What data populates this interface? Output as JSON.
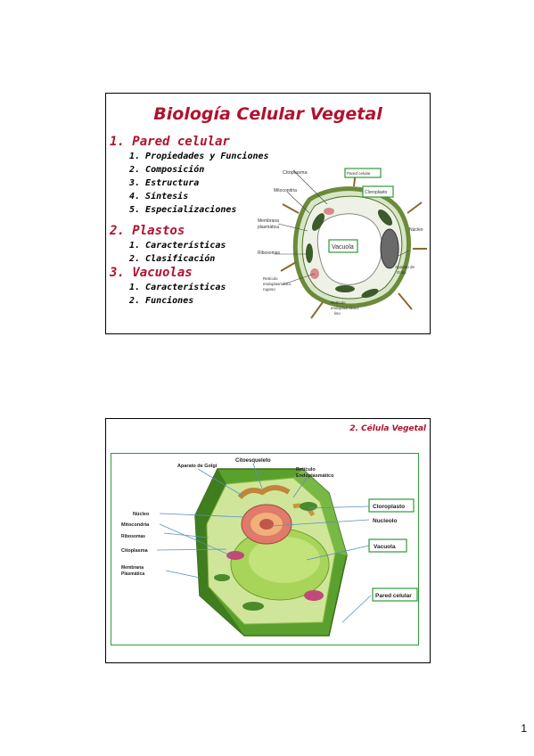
{
  "slide1": {
    "title": "Biología Celular Vegetal",
    "sections": [
      {
        "heading": "1. Pared celular",
        "items": [
          "1. Propiedades y Funciones",
          "2. Composición",
          "3. Estructura",
          "4. Síntesis",
          "5. Especializaciones"
        ]
      },
      {
        "heading": "2. Plastos",
        "items": [
          "1. Características",
          "2. Clasificación"
        ]
      },
      {
        "heading": "3. Vacuolas",
        "items": [
          "1. Características",
          "2. Funciones"
        ]
      }
    ],
    "diagram_labels": {
      "citoplasma": "Citoplasma",
      "mitocondria": "Mitocondria",
      "membrana": "Membrana",
      "plasmatica": "plasmática",
      "ribosomas": "Ribosomas",
      "reticulo_liso_1": "Retículo",
      "reticulo_liso_2": "endoplasmático",
      "reticulo_liso_3": "rugoso",
      "pared_celular": "Pared celular",
      "cloroplasto": "Cloroplasto",
      "nucleo": "Núcleo",
      "vacuola": "Vacuola",
      "golgi_1": "Aparato de",
      "golgi_2": "Golgi",
      "ret_bottom_1": "Retículo",
      "ret_bottom_2": "endoplasmático",
      "ret_bottom_3": "liso"
    }
  },
  "slide2": {
    "title": "2. Célula Vegetal",
    "labels": {
      "citoesqueleto": "Citoesqueleto",
      "golgi": "Aparato de Golgi",
      "reticulo_1": "Retículo",
      "reticulo_2": "Endoplasmático",
      "nucleo": "Núcleo",
      "mitocondria": "Mitocondria",
      "ribosomas": "Ribosomas",
      "citoplasma": "Citoplasma",
      "membrana_1": "Membrana",
      "membrana_2": "Plasmática",
      "cloroplasto": "Cloroplasto",
      "nucleolo": "Nucleolo",
      "vacuola": "Vacuola",
      "pared": "Pared celular"
    }
  },
  "page_number": "1",
  "colors": {
    "title_red": "#b0122e",
    "box_green": "#2e9a3a",
    "cell_green": "#5aa02c"
  }
}
